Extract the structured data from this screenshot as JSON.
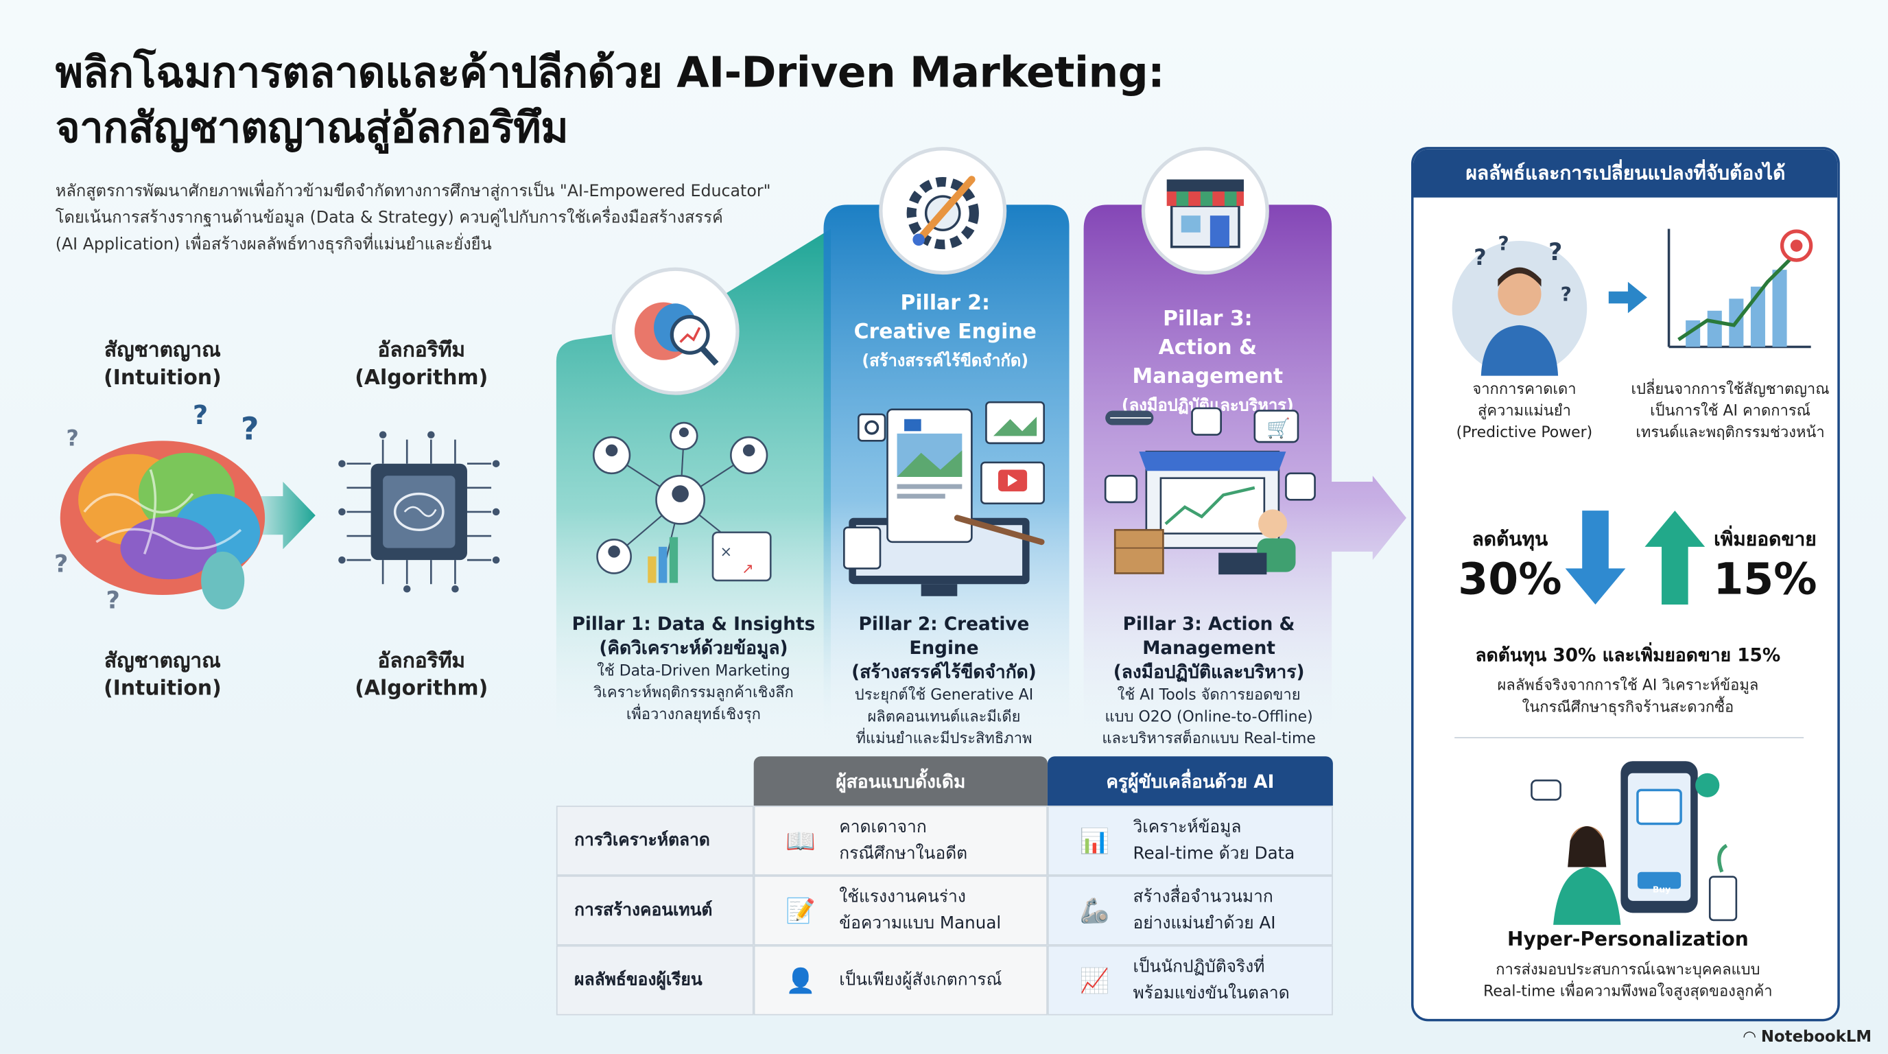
{
  "title_line1": "พลิกโฉมการตลาดและค้าปลีกด้วย AI-Driven Marketing:",
  "title_line2": "จากสัญชาตญาณสู่อัลกอริทึม",
  "intro": [
    "หลักสูตรการพัฒนาศักยภาพเพื่อก้าวข้ามขีดจำกัดทางการศึกษาสู่การเป็น \"AI-Empowered Educator\"",
    "โดยเน้นการสร้างรากฐานด้านข้อมูล (Data & Strategy) ควบคู่ไปกับการใช้เครื่องมือสร้างสรรค์",
    "(AI Application) เพื่อสร้างผลลัพธ์ทางธุรกิจที่แม่นยำและยั่งยืน"
  ],
  "intuition": {
    "top_th": "สัญชาตญาณ",
    "top_en": "(Intuition)",
    "bottom_th": "สัญชาตญาณ",
    "bottom_en": "(Intuition)"
  },
  "algorithm": {
    "top_th": "อัลกอริทึม",
    "top_en": "(Algorithm)",
    "bottom_th": "อัลกอริทึม",
    "bottom_en": "(Algorithm)"
  },
  "pillar2_banner": {
    "line1": "Pillar 2:",
    "line2": "Creative Engine",
    "line3": "(สร้างสรรค์ไร้ขีดจำกัด)"
  },
  "pillar3_banner": {
    "line1": "Pillar 3:",
    "line2": "Action & Management",
    "line3": "(ลงมือปฏิบัติและบริหาร)"
  },
  "pillars": [
    {
      "title": "Pillar 1: Data & Insights",
      "subtitle": "(คิดวิเคราะห์ด้วยข้อมูล)",
      "body": [
        "ใช้ Data-Driven Marketing",
        "วิเคราะห์พฤติกรรมลูกค้าเชิงลึก",
        "เพื่อวางกลยุทธ์เชิงรุก"
      ]
    },
    {
      "title": "Pillar 2: Creative Engine",
      "subtitle": "(สร้างสรรค์ไร้ขีดจำกัด)",
      "body": [
        "ประยุกต์ใช้ Generative AI",
        "ผลิตคอนเทนต์และมีเดีย",
        "ที่แม่นยำและมีประสิทธิภาพ"
      ]
    },
    {
      "title": "Pillar 3: Action & Management",
      "subtitle": "(ลงมือปฏิบัติและบริหาร)",
      "body": [
        "ใช้ AI Tools จัดการยอดขาย",
        "แบบ O2O (Online-to-Offline)",
        "และบริหารสต็อกแบบ Real-time"
      ]
    }
  ],
  "table": {
    "col_traditional": "ผู้สอนแบบดั้งเดิม",
    "col_ai": "ครูผู้ขับเคลื่อนด้วย AI",
    "rows": [
      {
        "label": "การวิเคราะห์ตลาด",
        "traditional": [
          "คาดเดาจาก",
          "กรณีศึกษาในอดีต"
        ],
        "ai": [
          "วิเคราะห์ข้อมูล",
          "Real-time ด้วย Data"
        ]
      },
      {
        "label": "การสร้างคอนเทนต์",
        "traditional": [
          "ใช้แรงงานคนร่าง",
          "ข้อความแบบ Manual"
        ],
        "ai": [
          "สร้างสื่อจำนวนมาก",
          "อย่างแม่นยำด้วย AI"
        ]
      },
      {
        "label": "ผลลัพธ์ของผู้เรียน",
        "traditional": [
          "เป็นเพียงผู้สังเกตการณ์"
        ],
        "ai": [
          "เป็นนักปฏิบัติจริงที่",
          "พร้อมแข่งขันในตลาด"
        ]
      }
    ]
  },
  "panel": {
    "header": "ผลลัพธ์และการเปลี่ยนแปลงที่จับต้องได้",
    "left_caption": [
      "จากการคาดเดา",
      "สู่ความแม่นยำ",
      "(Predictive Power)"
    ],
    "right_caption": [
      "เปลี่ยนจากการใช้สัญชาตญาณ",
      "เป็นการใช้ AI คาดการณ์",
      "เทรนด์และพฤติกรรมช่วงหน้า"
    ],
    "cost_label": "ลดต้นทุน",
    "cost_value": "30%",
    "sales_label": "เพิ่มยอดขาย",
    "sales_value": "15%",
    "summary_title": "ลดต้นทุน 30% และเพิ่มยอดขาย 15%",
    "summary_body": [
      "ผลลัพธ์จริงจากการใช้ AI วิเคราะห์ข้อมูล",
      "ในกรณีศึกษาธุรกิจร้านสะดวกซื้อ"
    ],
    "hp_title": "Hyper-Personalization",
    "hp_body": [
      "การส่งมอบประสบการณ์เฉพาะบุคคลแบบ",
      "Real-time เพื่อความพึงพอใจสูงสุดของลูกค้า"
    ],
    "phone_button": "Buy"
  },
  "watermark": "NotebookLM",
  "colors": {
    "teal": "#21a79a",
    "blue": "#1f86c8",
    "purple": "#8a4cb8",
    "navy": "#1d4a86",
    "gray_header": "#6b6f73"
  }
}
